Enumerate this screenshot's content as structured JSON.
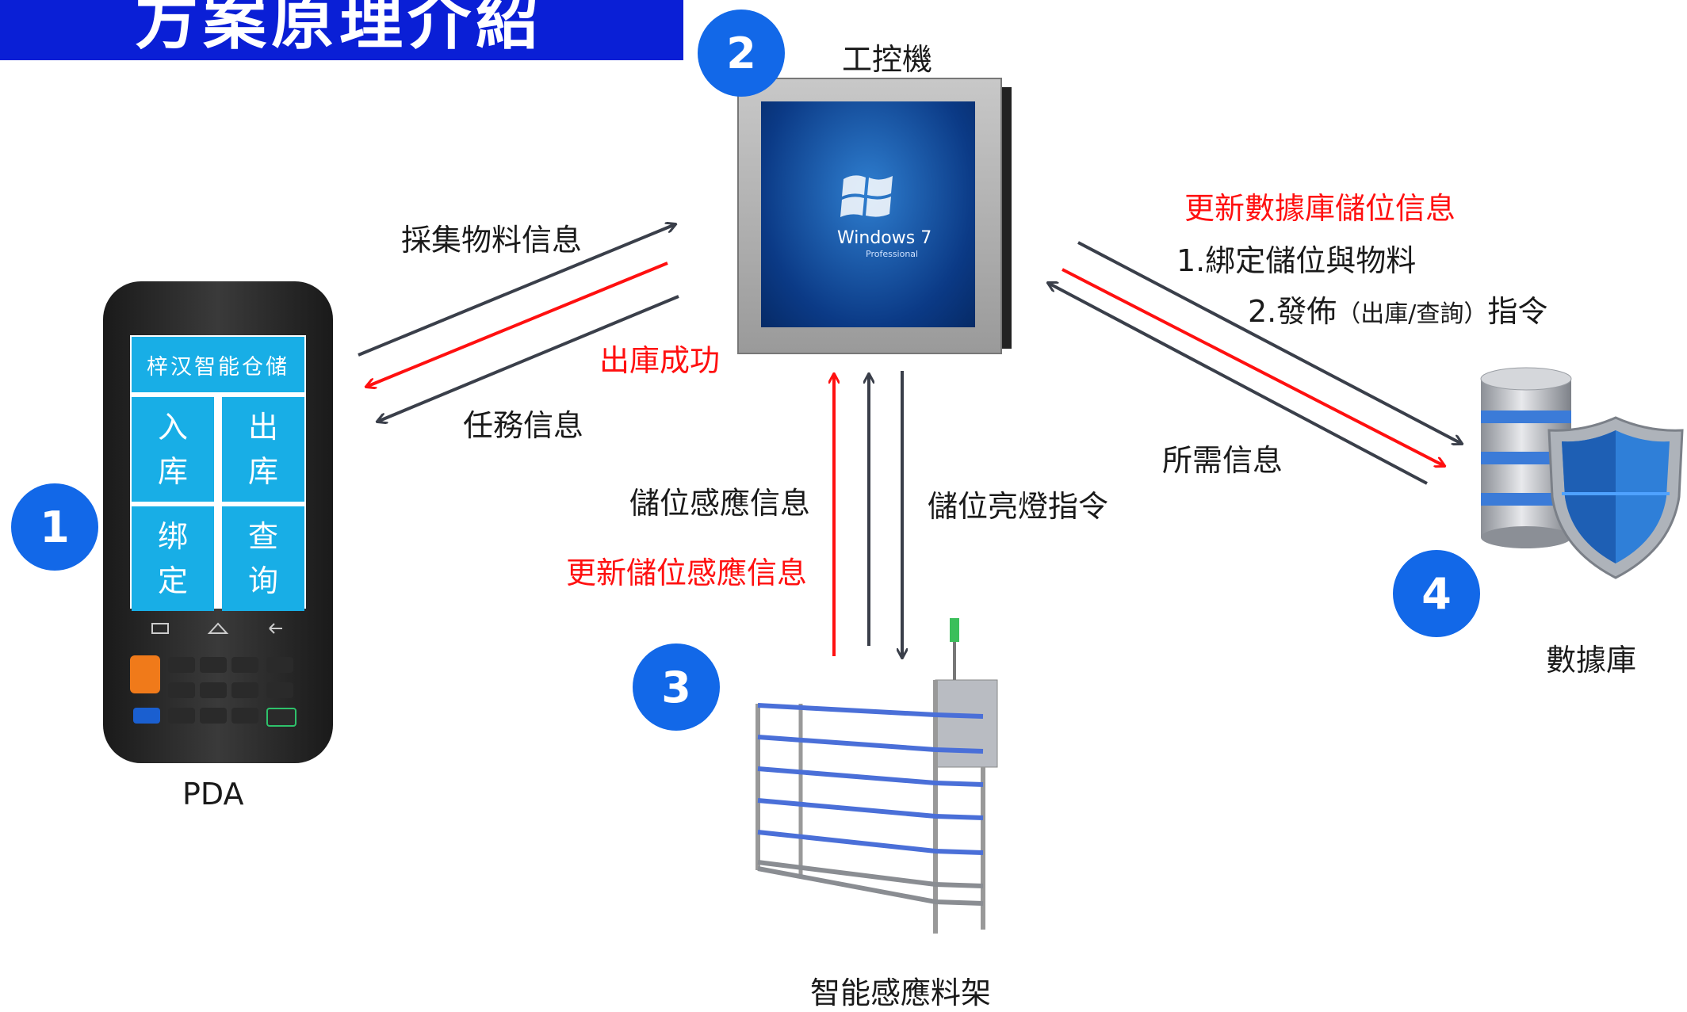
{
  "title": "方案原理介紹",
  "nodes": {
    "pda": {
      "badge": "1",
      "label": "PDA"
    },
    "ipc": {
      "badge": "2",
      "label": "工控機",
      "screen_logo": "Windows 7",
      "screen_sub": "Professional"
    },
    "rack": {
      "badge": "3",
      "label": "智能感應料架"
    },
    "database": {
      "badge": "4",
      "label": "數據庫"
    }
  },
  "pda_app": {
    "header": "梓汉智能仓储",
    "tiles": [
      {
        "top": "入",
        "bottom": "库"
      },
      {
        "top": "出",
        "bottom": "库"
      },
      {
        "top": "绑",
        "bottom": "定"
      },
      {
        "top": "查",
        "bottom": "询"
      }
    ]
  },
  "flows": {
    "pda_to_ipc": "採集物料信息",
    "ipc_to_pda_red": "出庫成功",
    "ipc_to_pda": "任務信息",
    "rack_to_ipc": "儲位感應信息",
    "rack_to_ipc_red": "更新儲位感應信息",
    "ipc_to_rack": "儲位亮燈指令",
    "ipc_to_db_red": "更新數據庫儲位信息",
    "ipc_to_db_1": "1.綁定儲位與物料",
    "ipc_to_db_2_prefix": "2.發佈",
    "ipc_to_db_2_paren": "（出庫/查詢）",
    "ipc_to_db_2_suffix": "指令",
    "db_to_ipc": "所需信息"
  },
  "colors": {
    "title_bg": "#0a1fd6",
    "badge": "#1268e8",
    "arrow_dark": "#3a3f4a",
    "arrow_red": "#ff1010",
    "tile": "#18aee6"
  }
}
